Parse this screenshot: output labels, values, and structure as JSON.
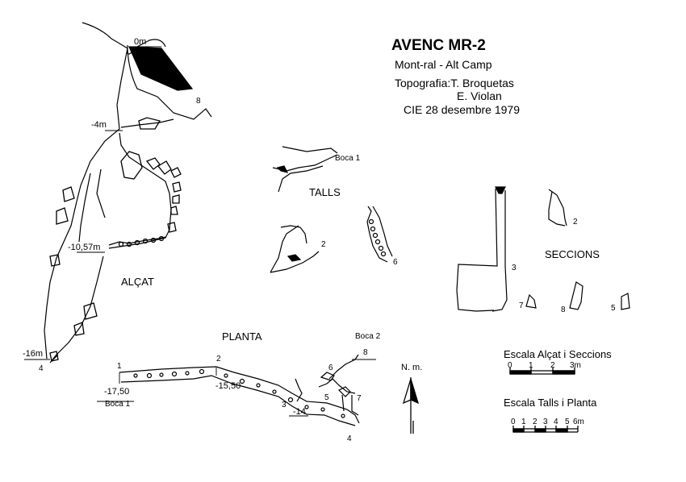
{
  "header": {
    "title": "AVENC MR-2",
    "location": "Mont-ral  -  Alt Camp",
    "topography": "Topografia:T. Broquetas",
    "surveyor2": "E. Violan",
    "date": "CIE   28 desembre 1979"
  },
  "views": {
    "elevation": "ALÇAT",
    "cuts": "TALLS",
    "plan": "PLANTA",
    "sections": "SECCIONS"
  },
  "depths": {
    "d0": "0m",
    "d4": "-4m",
    "d10": "-10,57m",
    "d16": "-16m",
    "p17": "-17,50",
    "p15": "-15,50",
    "p14": "-14"
  },
  "stations": {
    "s1": "1",
    "s2": "2",
    "s3": "3",
    "s4": "4",
    "s5": "5",
    "s6": "6",
    "s7": "7",
    "s8": "8",
    "elev4": "4",
    "elev8": "8",
    "cut2": "2",
    "cut6": "6",
    "sec2": "2",
    "sec3": "3",
    "sec5": "5",
    "sec7": "7",
    "sec8": "8"
  },
  "entrances": {
    "boca1_cut": "Boca 1",
    "boca1_plan": "Boca 1",
    "boca2_plan": "Boca 2"
  },
  "north": "N. m.",
  "scales": {
    "elevation_title": "Escala Alçat i Seccions",
    "elevation_ticks": [
      "0",
      "1",
      "2",
      "3m"
    ],
    "plan_title": "Escala Talls i Planta",
    "plan_ticks": [
      "0",
      "1",
      "2",
      "3",
      "4",
      "5",
      "6m"
    ]
  }
}
